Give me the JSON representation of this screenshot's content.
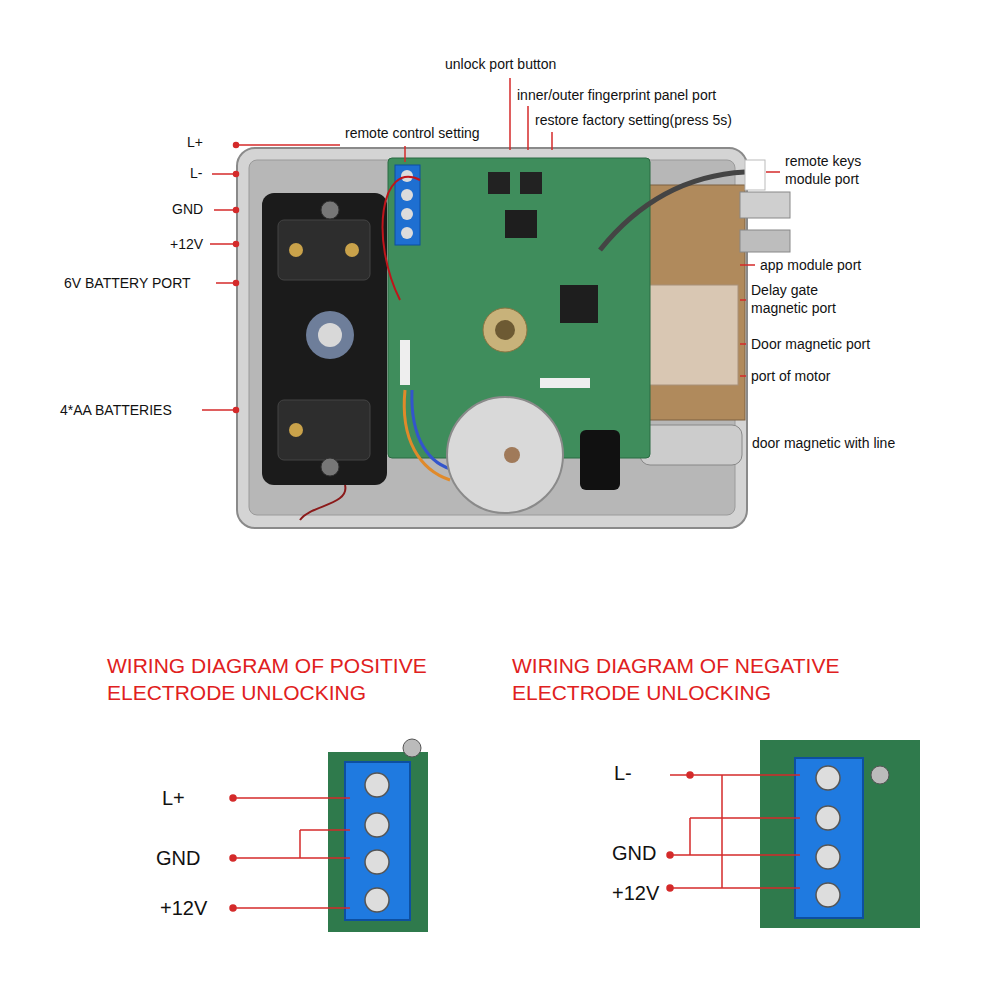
{
  "diagram": {
    "labels": [
      "L+",
      "L-",
      "GND",
      "+12V",
      "6V BATTERY PORT",
      "4*AA BATTERIES",
      "remote control setting",
      "unlock port button",
      "inner/outer fingerprint panel port",
      "restore factory setting(press 5s)",
      "remote keys module port",
      "app module port",
      "Delay gate magnetic port",
      "Door magnetic port",
      "port of motor",
      "door magnetic with line",
      "WIRING DIAGRAM OF POSITIVE ELECTRODE UNLOCKING",
      "L+",
      "GND",
      "+12V",
      "WIRING DIAGRAM OF NEGATIVE ELECTRODE UNLOCKING",
      "L-",
      "GND",
      "+12V"
    ]
  }
}
